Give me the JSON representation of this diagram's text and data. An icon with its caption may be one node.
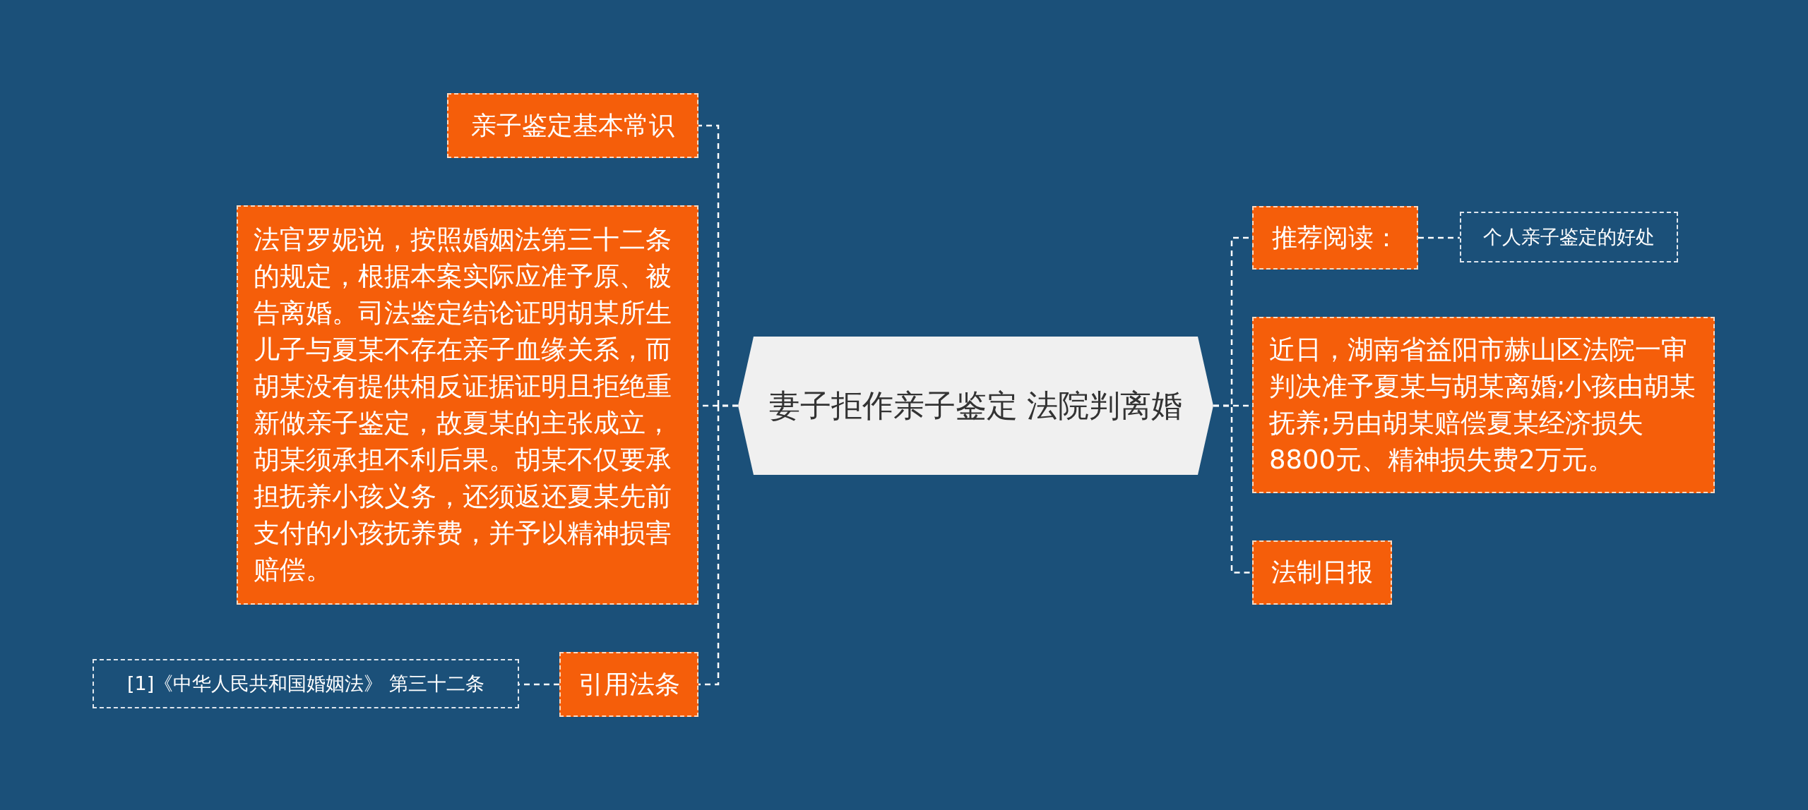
{
  "diagram": {
    "nodes": [
      {
        "text": [
          "妻子拒作亲子鉴定 法院判离婚"
        ]
      },
      {
        "text": [
          "亲子鉴定基本常识"
        ]
      },
      {
        "text": [
          "法官罗妮说，按照婚姻法第三十二条的规定，根据本案实际应准予原、被告离婚。司法鉴定结论证明胡某所生儿子与夏某不存在亲子血缘关系，而胡某没有提供相反证据证明且拒绝重新做亲子鉴定，故夏某的主张成立，胡某须承担不利后果。胡某不仅要承担抚养小孩义务，还须返还夏某先前支付的小孩抚养费，并予以精神损害赔偿。"
        ]
      },
      {
        "text": [
          "引用法条"
        ]
      },
      {
        "text": [
          "[1]《中华人民共和国婚姻法》 第三十二条"
        ]
      },
      {
        "text": [
          "推荐阅读："
        ]
      },
      {
        "text": [
          "个人亲子鉴定的好处"
        ]
      },
      {
        "text": [
          "近日，湖南省益阳市赫山区法院一审判决准予夏某与胡某离婚;小孩由胡某抚养;另由胡某赔偿夏某经济损失8800元、精神损失费2万元。"
        ]
      },
      {
        "text": [
          "法制日报"
        ]
      }
    ],
    "edges": [
      {
        "from": 0,
        "to": 1,
        "arrow": "none"
      },
      {
        "from": 0,
        "to": 2,
        "arrow": "none"
      },
      {
        "from": 0,
        "to": 3,
        "arrow": "none"
      },
      {
        "from": 3,
        "to": 4,
        "arrow": "none"
      },
      {
        "from": 0,
        "to": 5,
        "arrow": "none"
      },
      {
        "from": 5,
        "to": 6,
        "arrow": "none"
      },
      {
        "from": 0,
        "to": 7,
        "arrow": "none"
      },
      {
        "from": 0,
        "to": 8,
        "arrow": "none"
      }
    ]
  }
}
